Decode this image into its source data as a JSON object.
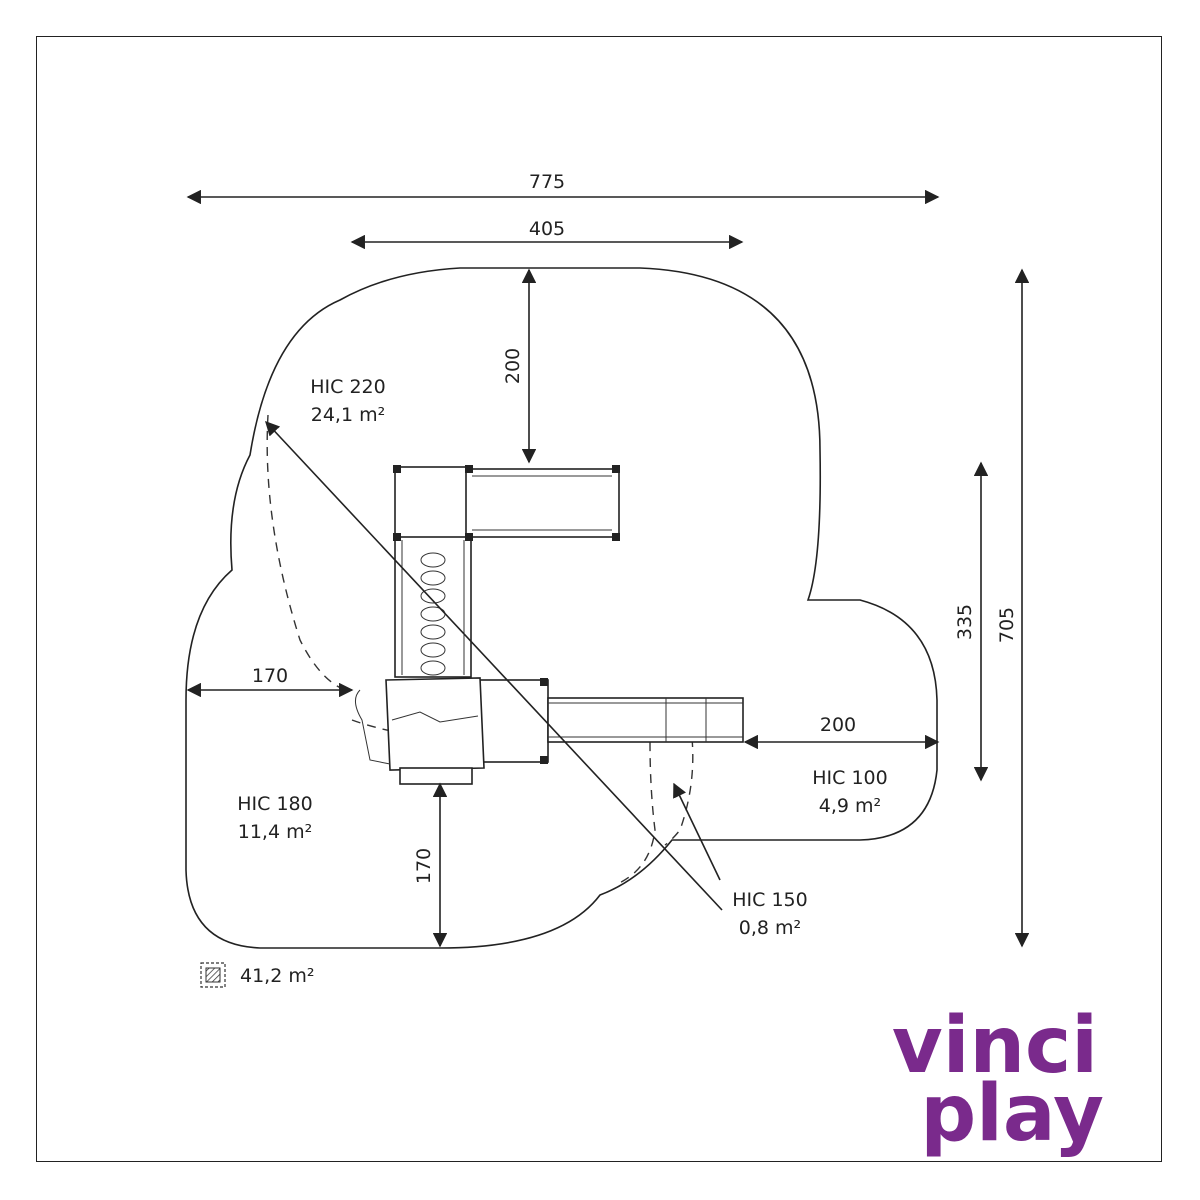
{
  "dimensions": {
    "total_width": "775",
    "structure_width": "405",
    "top_clearance": "200",
    "total_height": "705",
    "right_height": "335",
    "left_clearance": "170",
    "right_clearance": "200",
    "bottom_clearance": "170"
  },
  "zones": {
    "hic220": {
      "label": "HIC 220",
      "area": "24,1 m²"
    },
    "hic180": {
      "label": "HIC 180",
      "area": "11,4 m²"
    },
    "hic100": {
      "label": "HIC 100",
      "area": "4,9 m²"
    },
    "hic150": {
      "label": "HIC 150",
      "area": "0,8 m²"
    }
  },
  "legend": {
    "total_area": "41,2 m²",
    "icon": "hatched-square-icon"
  },
  "brand": {
    "line1": "vinci",
    "line2": "play",
    "color": "#7a2a8c"
  }
}
